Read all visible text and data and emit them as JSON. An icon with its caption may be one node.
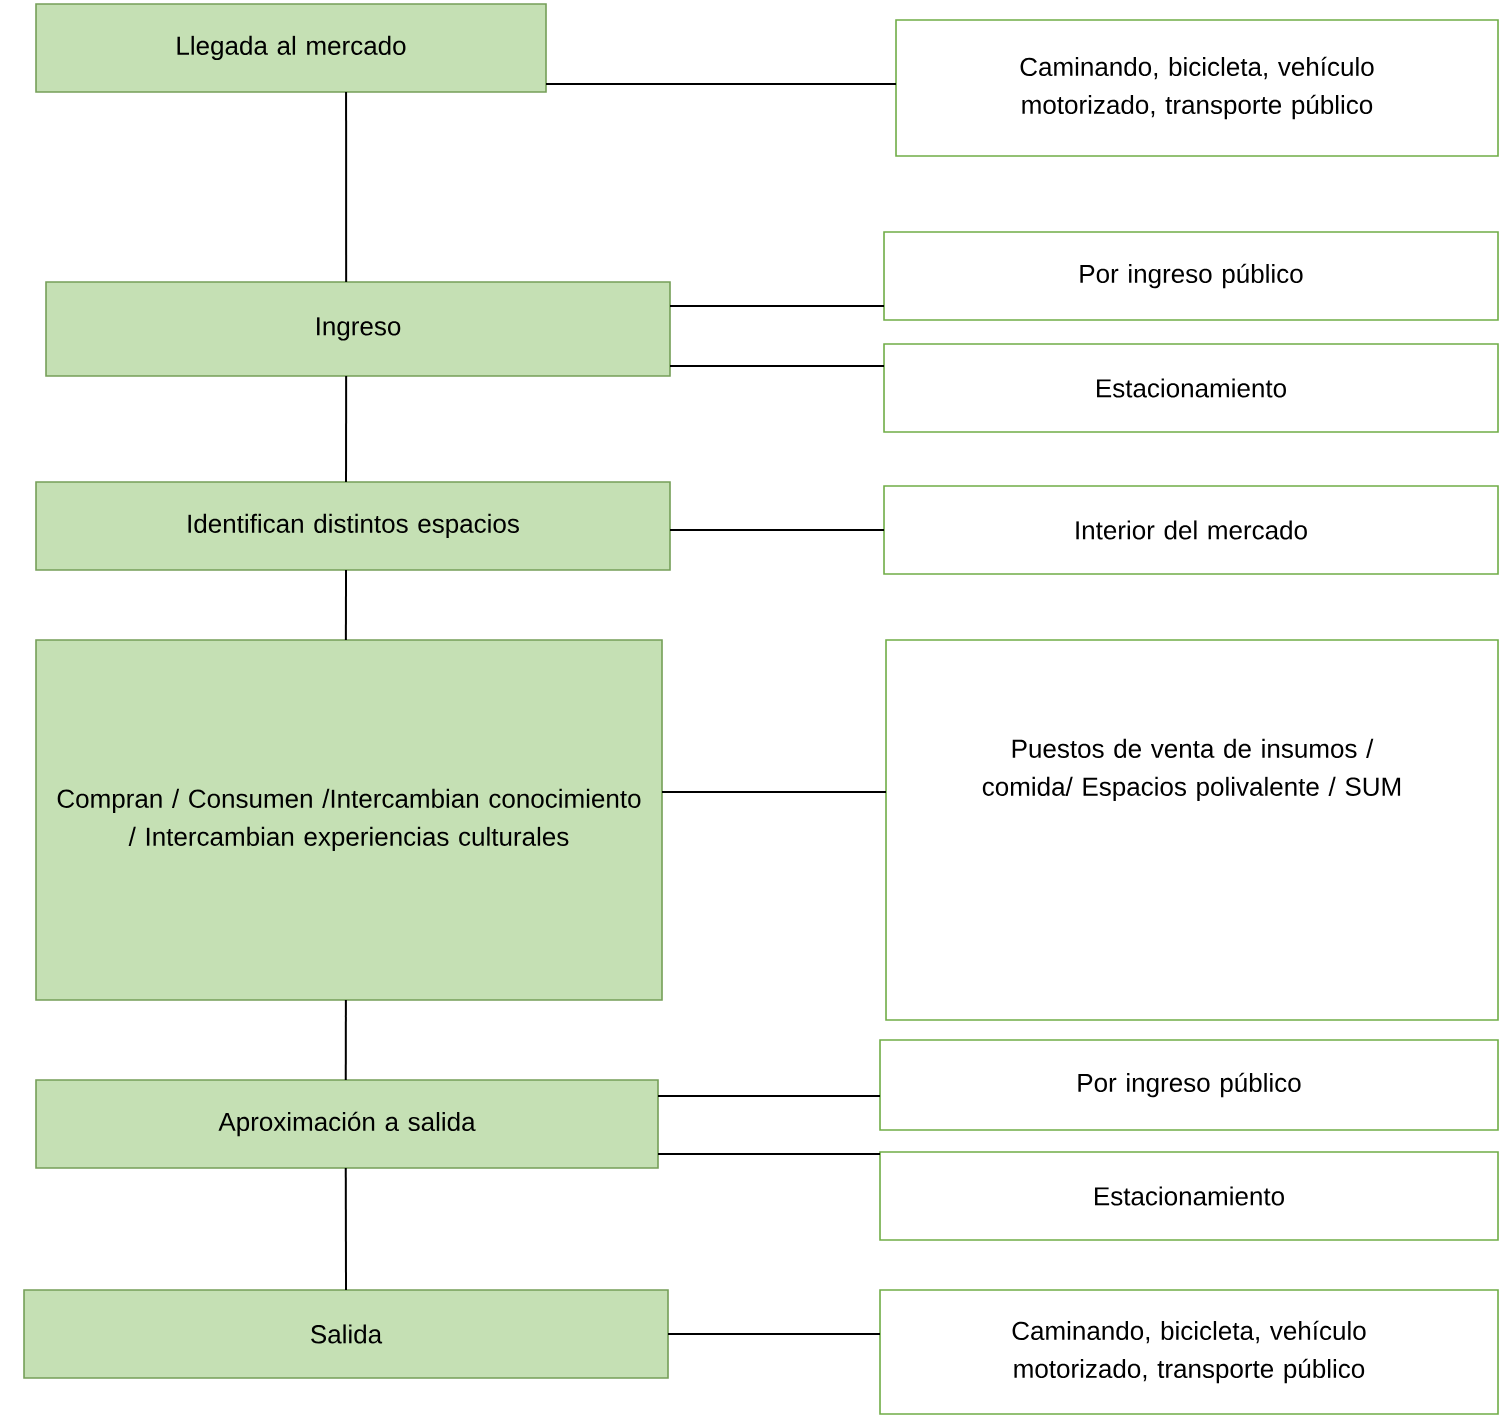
{
  "diagram": {
    "nodes": [
      {
        "text": [
          "Llegada al mercado"
        ]
      },
      {
        "text": [
          "Ingreso"
        ]
      },
      {
        "text": [
          "Identifican distintos espacios"
        ]
      },
      {
        "text": [
          "Compran / Consumen /Intercambian conocimiento / Intercambian experiencias culturales"
        ]
      },
      {
        "text": [
          "Aproximación a salida"
        ]
      },
      {
        "text": [
          "Salida"
        ]
      },
      {
        "text": [
          "Caminando, bicicleta, vehículo motorizado, transporte público"
        ]
      },
      {
        "text": [
          "Por ingreso público"
        ]
      },
      {
        "text": [
          "Estacionamiento"
        ]
      },
      {
        "text": [
          "Interior del mercado"
        ]
      },
      {
        "text": [
          "Puestos de venta de insumos / comida/ Espacios polivalente / SUM"
        ]
      },
      {
        "text": [
          "Por ingreso público"
        ]
      },
      {
        "text": [
          "Estacionamiento"
        ]
      },
      {
        "text": [
          "Caminando, bicicleta, vehículo motorizado, transporte público"
        ]
      }
    ],
    "edges": [
      {
        "from": 0,
        "to": 1,
        "arrow": "none"
      },
      {
        "from": 1,
        "to": 2,
        "arrow": "none"
      },
      {
        "from": 2,
        "to": 3,
        "arrow": "none"
      },
      {
        "from": 3,
        "to": 4,
        "arrow": "none"
      },
      {
        "from": 4,
        "to": 5,
        "arrow": "none"
      },
      {
        "from": 0,
        "to": 6,
        "arrow": "none"
      },
      {
        "from": 1,
        "to": 7,
        "arrow": "none"
      },
      {
        "from": 1,
        "to": 8,
        "arrow": "none"
      },
      {
        "from": 2,
        "to": 9,
        "arrow": "none"
      },
      {
        "from": 3,
        "to": 10,
        "arrow": "none"
      },
      {
        "from": 4,
        "to": 11,
        "arrow": "none"
      },
      {
        "from": 4,
        "to": 12,
        "arrow": "none"
      },
      {
        "from": 5,
        "to": 13,
        "arrow": "none"
      }
    ]
  }
}
